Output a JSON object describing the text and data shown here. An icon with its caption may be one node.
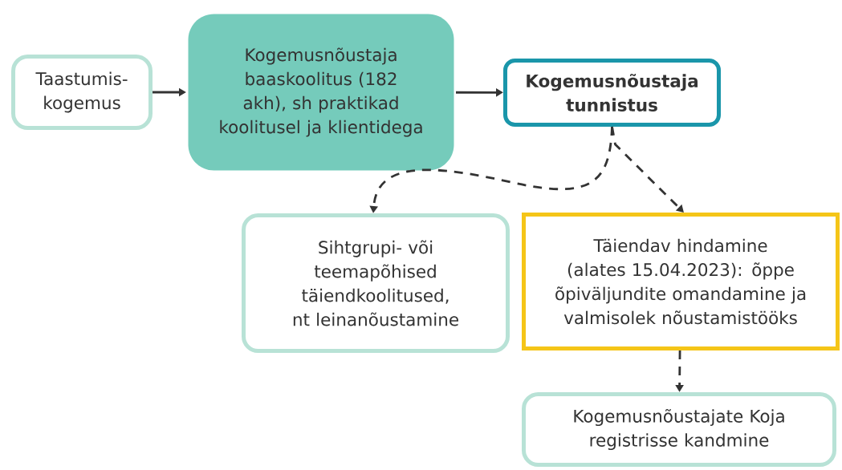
{
  "diagram": {
    "nodes": [
      {
        "text": [
          "Taastumis- kogemus"
        ]
      },
      {
        "text": [
          "Kogemusnõustaja baaskoolitus (182 akh), sh praktikad koolitusel ja klientidega"
        ]
      },
      {
        "text": [
          "Kogemusnõustaja tunnistus"
        ]
      },
      {
        "text": [
          "Sihtgrupi- või teemapõhised täiendkoolitused, nt leinanõustamine"
        ]
      },
      {
        "text": [
          "Täiendav hindamine (alates 15.04.2023): õppe õpiväljundite omandamine ja valmisolek nõustamistööks"
        ]
      },
      {
        "text": [
          "Kogemusnõustajate Koja registrisse kandmine"
        ]
      }
    ],
    "edges": [
      {
        "from": 0,
        "to": 1,
        "arrow": "to"
      },
      {
        "from": 1,
        "to": 2,
        "arrow": "to"
      },
      {
        "from": 2,
        "to": 3,
        "arrow": "to",
        "style": "dashed"
      },
      {
        "from": 2,
        "to": 4,
        "arrow": "to",
        "style": "dashed"
      },
      {
        "from": 4,
        "to": 5,
        "arrow": "to",
        "style": "dashed"
      }
    ]
  }
}
